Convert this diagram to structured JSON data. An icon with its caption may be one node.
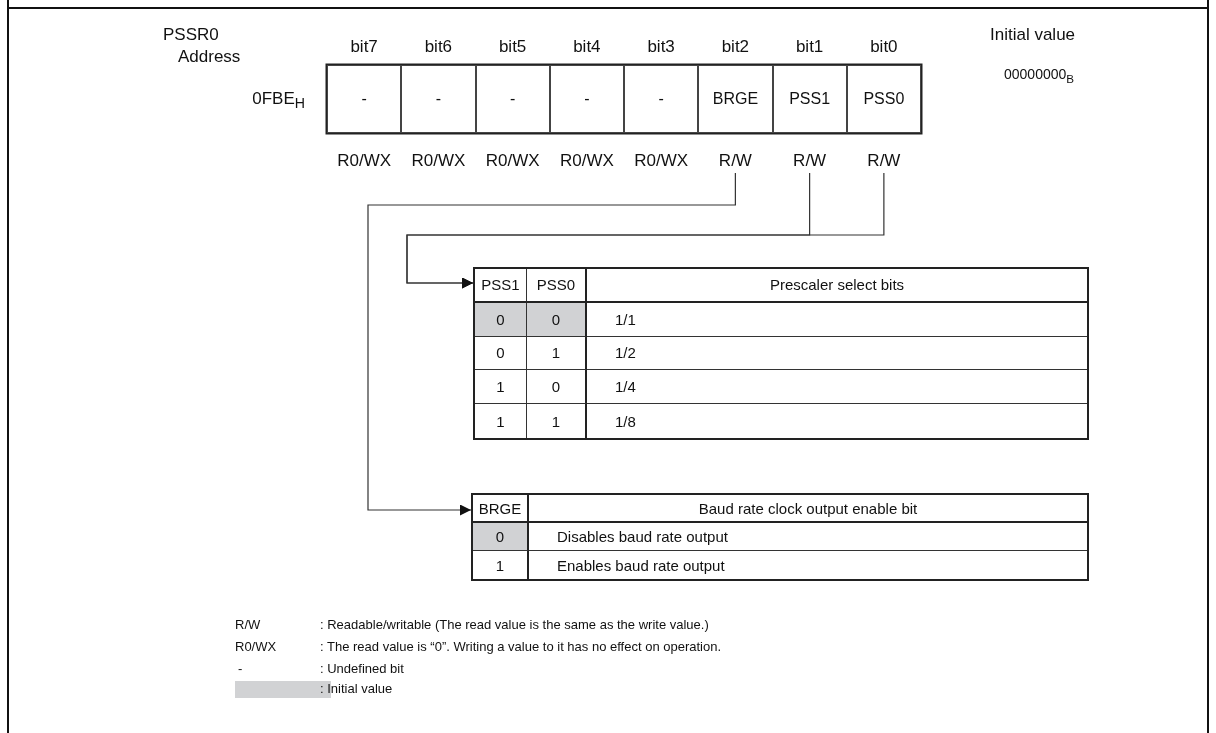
{
  "diagram": {
    "nodes": [
      {
        "text": [
          "-"
        ],
        "beside": [
          "bit7",
          "R0/WX"
        ]
      },
      {
        "text": [
          "-"
        ],
        "beside": [
          "bit6",
          "R0/WX"
        ]
      },
      {
        "text": [
          "-"
        ],
        "beside": [
          "bit5",
          "R0/WX"
        ]
      },
      {
        "text": [
          "-"
        ],
        "beside": [
          "bit4",
          "R0/WX"
        ]
      },
      {
        "text": [
          "-"
        ],
        "beside": [
          "bit3",
          "R0/WX"
        ]
      },
      {
        "text": [
          "BRGE"
        ],
        "beside": [
          "bit2",
          "R/W"
        ]
      },
      {
        "text": [
          "PSS1"
        ],
        "beside": [
          "bit1",
          "R/W"
        ]
      },
      {
        "text": [
          "PSS0"
        ],
        "beside": [
          "bit0",
          "R/W"
        ]
      },
      {
        "text": [
          "PSS1",
          "PSS0",
          "Prescaler select bits",
          "0",
          "0",
          "1/1",
          "0",
          "1",
          "1/2",
          "1",
          "0",
          "1/4",
          "1",
          "1",
          "1/8"
        ]
      },
      {
        "text": [
          "BRGE",
          "Baud rate clock output enable bit",
          "0",
          "Disables baud rate output",
          "1",
          "Enables baud rate output"
        ]
      }
    ],
    "edges": [
      {
        "from": 5,
        "to": 9,
        "arrow": "to"
      },
      {
        "from": 6,
        "to": 8,
        "arrow": "to"
      },
      {
        "from": 7,
        "to": 8,
        "arrow": "to"
      }
    ],
    "labels": [
      "PSSR0",
      "Address",
      "0FBE$_{H}$",
      "Initial value",
      "00000000$_{B}$",
      "R/W",
      ": Readable/writable (The read value is the same as the write value.)",
      "R0/WX",
      ": The read value is “0”. Writing a value to it has no effect on operation.",
      "-",
      ": Undefined bit"
    ],
    "legend": [
      {
        "text": ": Initial value",
        "color": "#d1d2d4"
      }
    ]
  }
}
